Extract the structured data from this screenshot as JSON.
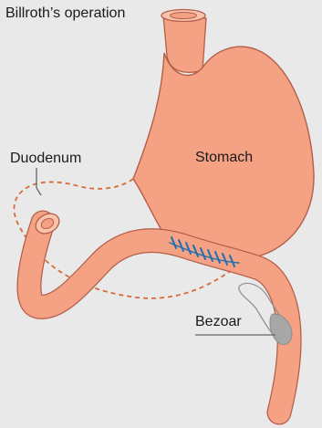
{
  "figure": {
    "title": "Billroth’s operation",
    "labels": {
      "duodenum": "Duodenum",
      "stomach": "Stomach",
      "bezoar": "Bezoar"
    }
  },
  "colors": {
    "background": "#e9e9e9",
    "organ_fill": "#f4a283",
    "organ_stroke": "#b35f48",
    "organ_highlight": "#f8c2ab",
    "dashed_outline": "#d96a3a",
    "sutures": "#1f6fb3",
    "bezoar_fill": "#a7a7a7",
    "leader_line": "#666666",
    "text": "#1a1a1a"
  }
}
